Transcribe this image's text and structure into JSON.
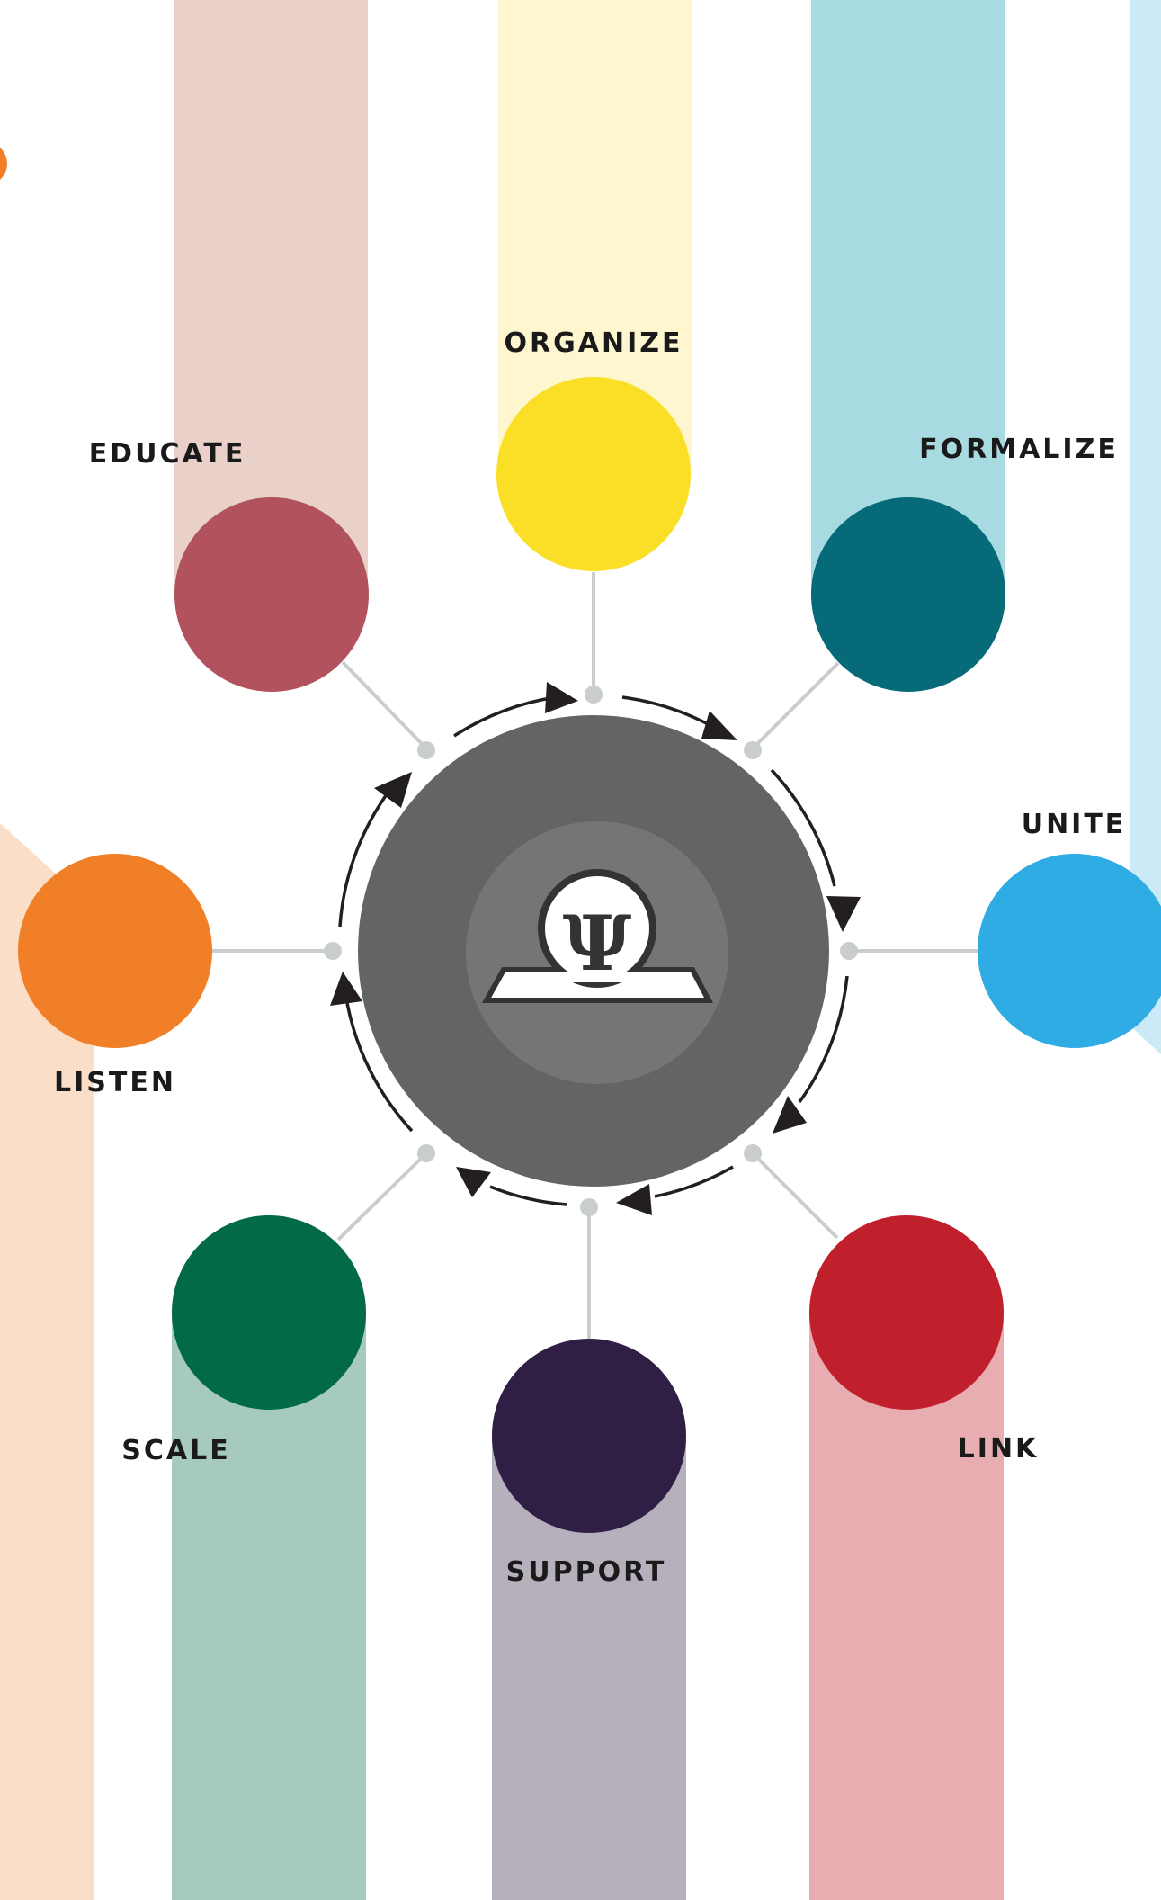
{
  "diagram": {
    "nodes": [
      {
        "id": "organize",
        "label": "ORGANIZE",
        "color": "#FADF26",
        "band_color": "#FEF6CF"
      },
      {
        "id": "formalize",
        "label": "FORMALIZE",
        "color": "#066A79",
        "band_color": "#A8DBE1"
      },
      {
        "id": "unite",
        "label": "UNITE",
        "color": "#2FACE3",
        "band_color": "#CCE9F7"
      },
      {
        "id": "link",
        "label": "LINK",
        "color": "#C0202C",
        "band_color": "#E8ADB0"
      },
      {
        "id": "support",
        "label": "SUPPORT",
        "color": "#2F1F45",
        "band_color": "#B6B0BD"
      },
      {
        "id": "scale",
        "label": "SCALE",
        "color": "#026949",
        "band_color": "#A6C9C0"
      },
      {
        "id": "listen",
        "label": "LISTEN",
        "color": "#F07F27",
        "band_color": "#FBDEC8"
      },
      {
        "id": "educate",
        "label": "EDUCATE",
        "color": "#B1525C",
        "band_color": "#E9D1C9"
      }
    ],
    "hub": {
      "outer_color": "#636466",
      "inner_color": "#757575",
      "logo_icon": "psi-logo-icon",
      "logo_text": "Ψ"
    },
    "connector_color": "#C9CECD",
    "arrow_color": "#231F20",
    "cycle_direction": "clockwise"
  }
}
